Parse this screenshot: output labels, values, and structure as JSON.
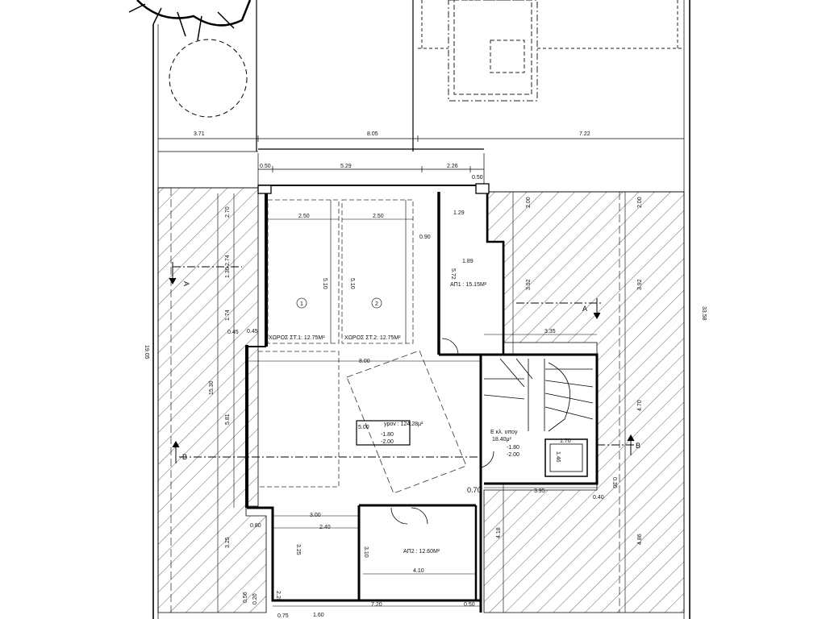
{
  "plot": {
    "top_dims": [
      "3.71",
      "8.05",
      "7.22"
    ],
    "side_dims": [
      "33.58",
      "19.05"
    ],
    "left_side_dims": [
      "2.70",
      "2.74",
      "1.30",
      "1.74",
      "0.45",
      "15.30",
      "5.81",
      "0.80",
      "3.25",
      "0.56",
      "0.20",
      "0.75"
    ],
    "right_side_dims": [
      "2.00",
      "2.00",
      "3.92",
      "3.92",
      "4.70",
      "4.18",
      "4.86"
    ]
  },
  "building": {
    "top_dims": [
      "0.50",
      "5.29",
      "2.26",
      "0.50"
    ],
    "bottom_dims": [
      "1.60",
      "7.20",
      "0.50"
    ],
    "inner_dims": [
      "2.50",
      "2.50",
      "5.10",
      "5.10",
      "0.90",
      "1.29",
      "5.72",
      "1.89",
      "8.00",
      "3.35",
      "3.00",
      "2.40",
      "3.25",
      "3.10",
      "4.10",
      "3.95",
      "0.70",
      "1.70",
      "1.46",
      "0.30",
      "0.45",
      "0.40",
      "2.25"
    ]
  },
  "rooms": [
    {
      "id": "parking-1",
      "marker": "1",
      "label": "ΧΩΡΟΣ ΣΤ.1: 12.75M²"
    },
    {
      "id": "parking-2",
      "marker": "2",
      "label": "ΧΩΡΟΣ ΣΤ.2: 12.75M²"
    },
    {
      "id": "storage-1",
      "label": "ΑΠ1 : 15.15M²"
    },
    {
      "id": "main",
      "label": "ypov : 124.28μ²",
      "levels": [
        "5.00",
        "-1.80",
        "-2.00"
      ]
    },
    {
      "id": "stair",
      "label": "Ε κλ. υπογ",
      "area": "18.40μ²",
      "levels": [
        "-1.80",
        "-2.00"
      ]
    },
    {
      "id": "storage-2",
      "label": "ΑΠ2 : 12.60M²"
    }
  ],
  "sections": [
    {
      "id": "section-a",
      "letter": "Α"
    },
    {
      "id": "section-b",
      "letter": "Β"
    }
  ]
}
